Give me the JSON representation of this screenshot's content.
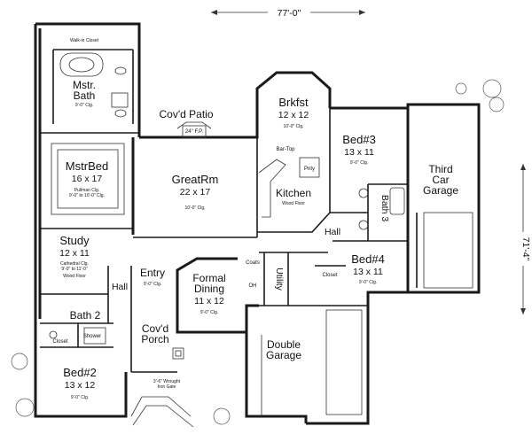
{
  "dimensions": {
    "width": "77'-0\"",
    "depth": "71'-4\""
  },
  "rooms": {
    "walk_in_closet": {
      "name": "Walk-in Closet"
    },
    "mstr_bath": {
      "name": "Mstr.",
      "name2": "Bath",
      "note": "9'-0\" Clg."
    },
    "mstr_bed": {
      "name": "MstrBed",
      "size": "16 x 17",
      "note": "Pullman Clg.",
      "note2": "9'-0\" to 10'-0\" Clg."
    },
    "covd_patio": {
      "name": "Cov'd Patio"
    },
    "fireplace": {
      "label": "24\" F.P."
    },
    "great_rm": {
      "name": "GreatRm",
      "size": "22 x 17",
      "note": "10'-0\" Clg."
    },
    "brkfst": {
      "name": "Brkfst",
      "size": "12 x 12",
      "note": "10'-0\" Clg."
    },
    "kitchen": {
      "name": "Kitchen",
      "note": "Wood Floor",
      "bar": "Bar-Top"
    },
    "pantry": {
      "label": "Pnty"
    },
    "bed3": {
      "name": "Bed#3",
      "size": "13 x 11",
      "note": "9'-0\" Clg."
    },
    "bath3": {
      "name": "Bath 3"
    },
    "third_car_garage": {
      "name": "Third",
      "name2": "Car",
      "name3": "Garage"
    },
    "study": {
      "name": "Study",
      "size": "12 x 11",
      "note": "Cathedral Clg.",
      "note2": "9'-0\" to 11'-0\"",
      "note3": "Wood Floor"
    },
    "entry": {
      "name": "Entry",
      "note": "9'-0\" Clg."
    },
    "formal_dining": {
      "name": "Formal",
      "name2": "Dining",
      "size": "11 x 12",
      "note": "9'-0\" Clg."
    },
    "hall_west": {
      "name": "Hall"
    },
    "hall_east": {
      "name": "Hall"
    },
    "bed4": {
      "name": "Bed#4",
      "size": "13 x 11",
      "note": "9'-0\" Clg."
    },
    "utility": {
      "name": "Utility"
    },
    "closet_small": {
      "name": "Closet"
    },
    "coats": {
      "name": "Coats"
    },
    "oh": {
      "name": "OH"
    },
    "bath2": {
      "name": "Bath 2"
    },
    "shower": {
      "name": "Shower"
    },
    "closet_bed2": {
      "name": "Closet"
    },
    "covd_porch": {
      "name": "Cov'd",
      "name2": "Porch"
    },
    "bed2": {
      "name": "Bed#2",
      "size": "13 x 12",
      "note": "9'-0\" Clg."
    },
    "double_garage": {
      "name": "Double",
      "name2": "Garage"
    },
    "walk": {
      "note": "3'-6\" Wrought",
      "note2": "Iron Gate"
    }
  }
}
